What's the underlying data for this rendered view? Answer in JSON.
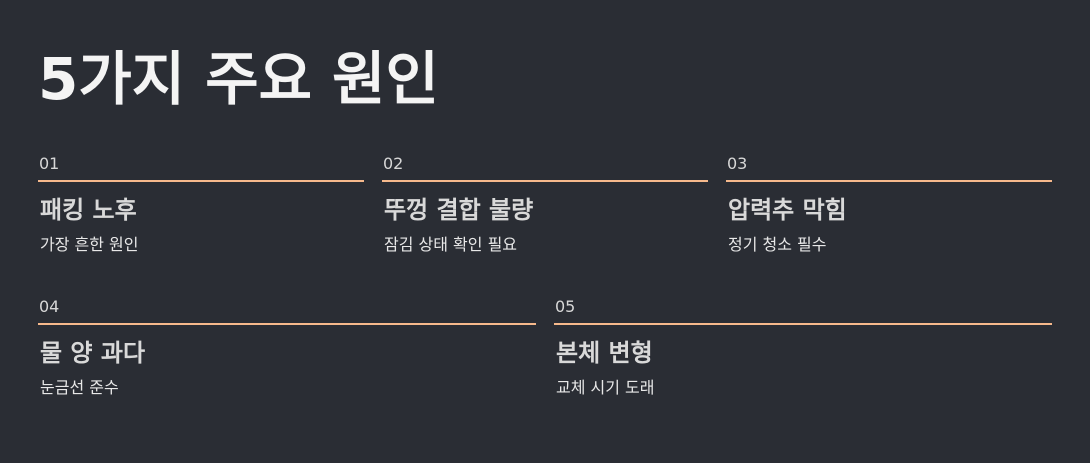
{
  "page": {
    "title": "5가지 주요 원인"
  },
  "colors": {
    "background": "#2a2d34",
    "accent_rule": "#f6b98c",
    "title": "#f4f4f4",
    "heading": "#d9d9d9",
    "body": "#e8e8e8"
  },
  "causes": [
    {
      "number": "01",
      "heading": "패킹 노후",
      "description": "가장 흔한 원인"
    },
    {
      "number": "02",
      "heading": "뚜껑 결합 불량",
      "description": "잠김 상태 확인 필요"
    },
    {
      "number": "03",
      "heading": "압력추 막힘",
      "description": "정기 청소 필수"
    },
    {
      "number": "04",
      "heading": "물 양 과다",
      "description": "눈금선 준수"
    },
    {
      "number": "05",
      "heading": "본체 변형",
      "description": "교체 시기 도래"
    }
  ]
}
